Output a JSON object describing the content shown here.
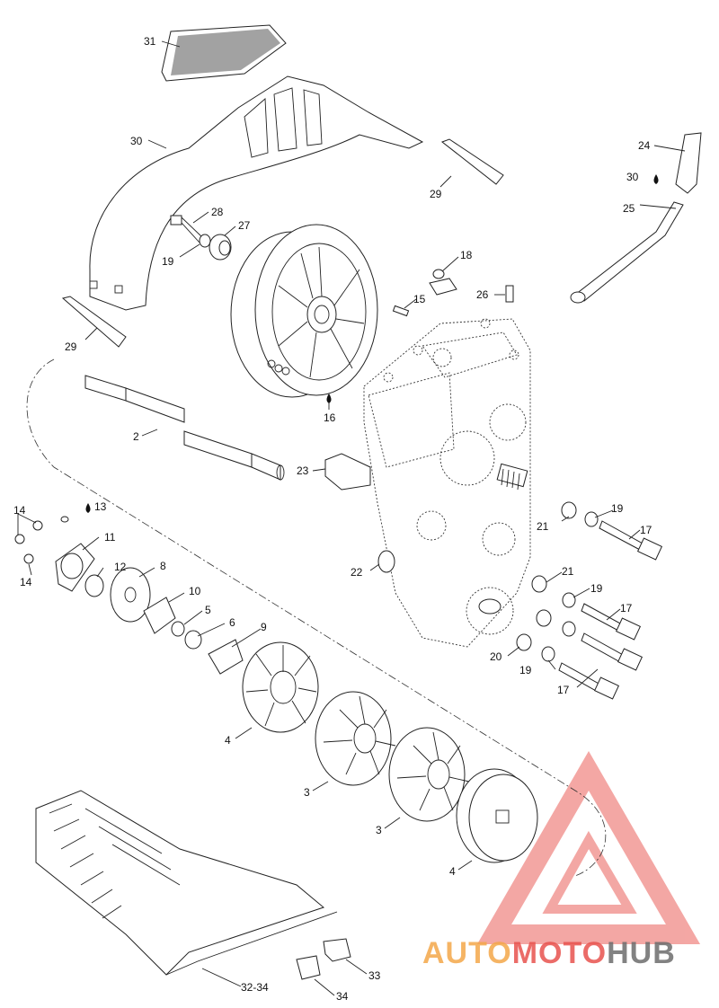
{
  "callouts": [
    {
      "id": "c31",
      "text": "31"
    },
    {
      "id": "c30a",
      "text": "30"
    },
    {
      "id": "c29a",
      "text": "29"
    },
    {
      "id": "c28",
      "text": "28"
    },
    {
      "id": "c27",
      "text": "27"
    },
    {
      "id": "c19a",
      "text": "19"
    },
    {
      "id": "c29b",
      "text": "29"
    },
    {
      "id": "c24",
      "text": "24"
    },
    {
      "id": "c30b",
      "text": "30"
    },
    {
      "id": "c25",
      "text": "25"
    },
    {
      "id": "c18",
      "text": "18"
    },
    {
      "id": "c15",
      "text": "15"
    },
    {
      "id": "c26",
      "text": "26"
    },
    {
      "id": "c16",
      "text": "16"
    },
    {
      "id": "c2",
      "text": "2"
    },
    {
      "id": "c23",
      "text": "23"
    },
    {
      "id": "c13",
      "text": "13"
    },
    {
      "id": "c14a",
      "text": "14"
    },
    {
      "id": "c11",
      "text": "11"
    },
    {
      "id": "c14b",
      "text": "14"
    },
    {
      "id": "c12",
      "text": "12"
    },
    {
      "id": "c8",
      "text": "8"
    },
    {
      "id": "c10",
      "text": "10"
    },
    {
      "id": "c5",
      "text": "5"
    },
    {
      "id": "c6",
      "text": "6"
    },
    {
      "id": "c9",
      "text": "9"
    },
    {
      "id": "c19b",
      "text": "19"
    },
    {
      "id": "c21a",
      "text": "21"
    },
    {
      "id": "c17a",
      "text": "17"
    },
    {
      "id": "c22",
      "text": "22"
    },
    {
      "id": "c21b",
      "text": "21"
    },
    {
      "id": "c19c",
      "text": "19"
    },
    {
      "id": "c17b",
      "text": "17"
    },
    {
      "id": "c20",
      "text": "20"
    },
    {
      "id": "c19d",
      "text": "19"
    },
    {
      "id": "c17c",
      "text": "17"
    },
    {
      "id": "c4a",
      "text": "4"
    },
    {
      "id": "c3a",
      "text": "3"
    },
    {
      "id": "c3b",
      "text": "3"
    },
    {
      "id": "c4b",
      "text": "4"
    },
    {
      "id": "c32",
      "text": "32-34"
    },
    {
      "id": "c33",
      "text": "33"
    },
    {
      "id": "c34",
      "text": "34"
    }
  ],
  "watermark": {
    "part1": "AUTO",
    "part2": "MOTO",
    "part3": "HUB",
    "color_orange": "#f4a84a",
    "color_red": "#e8534e",
    "color_gray": "#6d6d6d"
  }
}
